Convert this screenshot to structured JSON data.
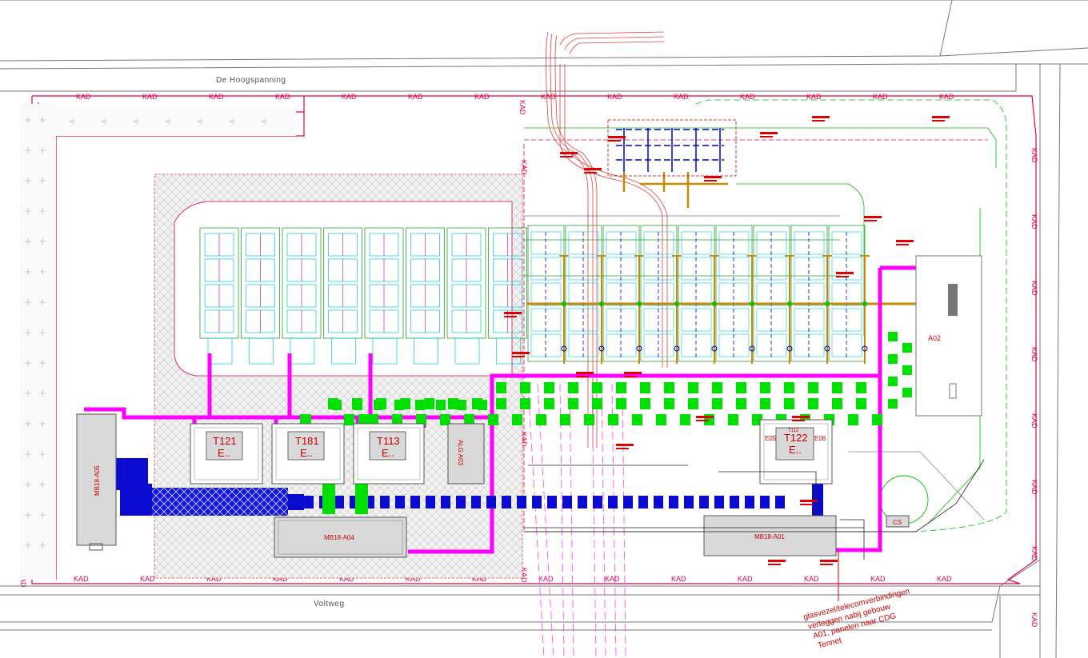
{
  "roads": {
    "north": "De Hoogspanning",
    "south": "Voltweg"
  },
  "boundary_marker": "KAD",
  "buildings": {
    "mb18_a05": "MB18-A05",
    "mb18_a04": "MB18-A04",
    "mb18_a01": "MB18-A01",
    "a02": "A02",
    "cs": "CS",
    "alg_a03": "ALG A03",
    "t121": {
      "name": "T121",
      "sub": "E.."
    },
    "t181": {
      "name": "T181",
      "sub": "E.."
    },
    "t113": {
      "name": "T113",
      "sub": "E.."
    },
    "t122": {
      "name": "T122",
      "sub": "E..",
      "left": "E05",
      "right": "E06",
      "top": "T112"
    }
  },
  "annotation": {
    "line1": "glasvezel/telecomverbindingen",
    "line2": "verleggen nabij gebouw",
    "line3": "A01, panelen naar CDG",
    "line4": "Tennet"
  },
  "colors": {
    "boundary": "#e0004a",
    "busbar": "#ff00ff",
    "cable_tray": "#0000e6",
    "equipment": "#00e000",
    "building": "#d9d9d9",
    "grid_cyan": "#00c8e6",
    "steel": "#c88a00"
  }
}
